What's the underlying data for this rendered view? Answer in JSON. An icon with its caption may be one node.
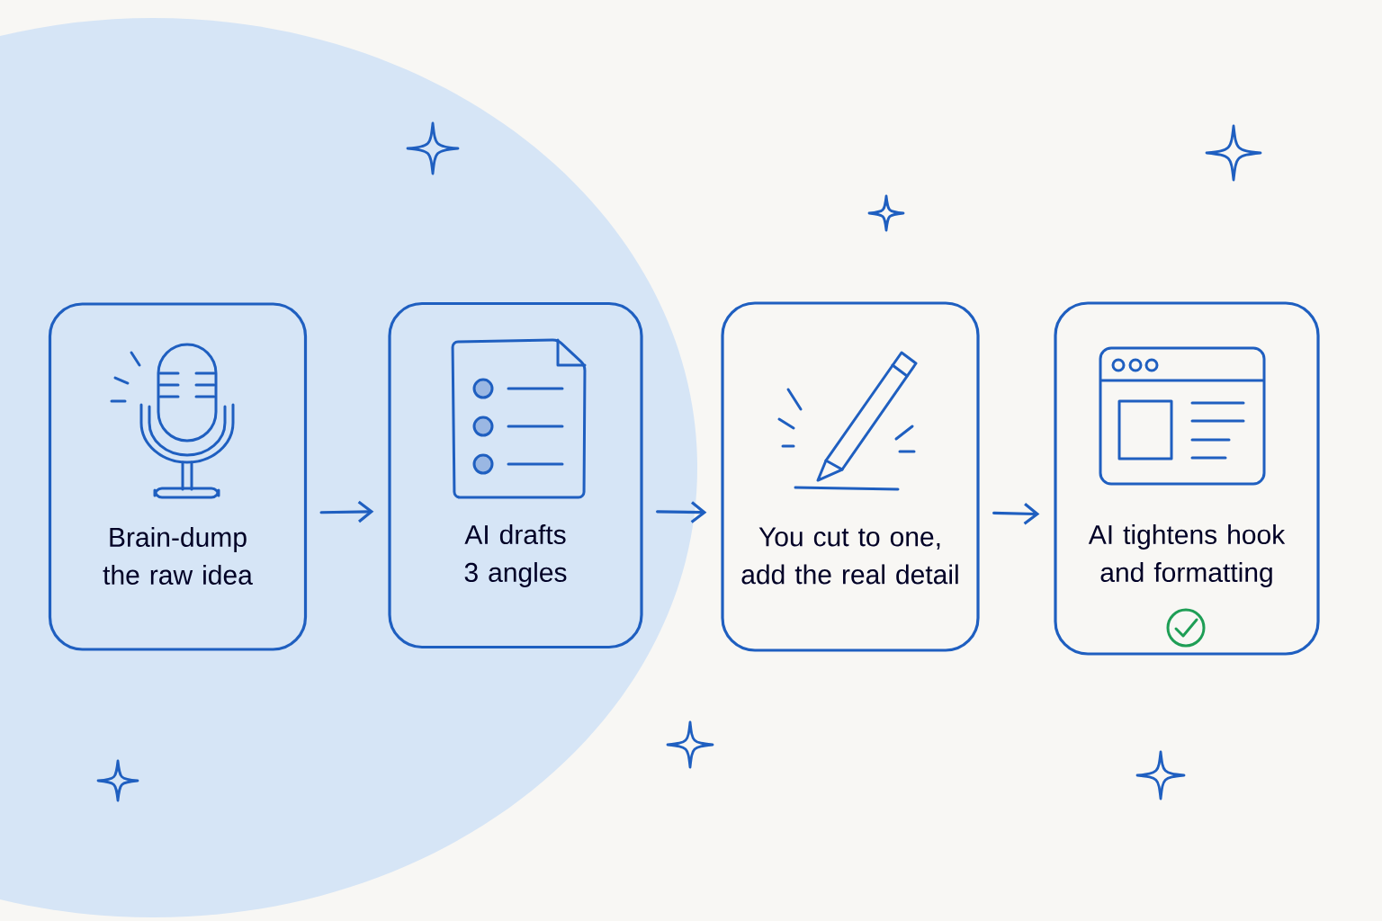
{
  "diagram": {
    "nodes": [
      {
        "text": [
          "Brain-dump the raw idea"
        ]
      },
      {
        "text": [
          "AI drafts 3 angles"
        ]
      },
      {
        "text": [
          "You cut to one, add the real detail"
        ]
      },
      {
        "text": [
          "AI tightens hook and formatting"
        ]
      }
    ],
    "edges": [
      {
        "from": 0,
        "to": 1,
        "arrow": "to"
      },
      {
        "from": 1,
        "to": 2,
        "arrow": "to"
      },
      {
        "from": 2,
        "to": 3,
        "arrow": "to"
      }
    ]
  }
}
